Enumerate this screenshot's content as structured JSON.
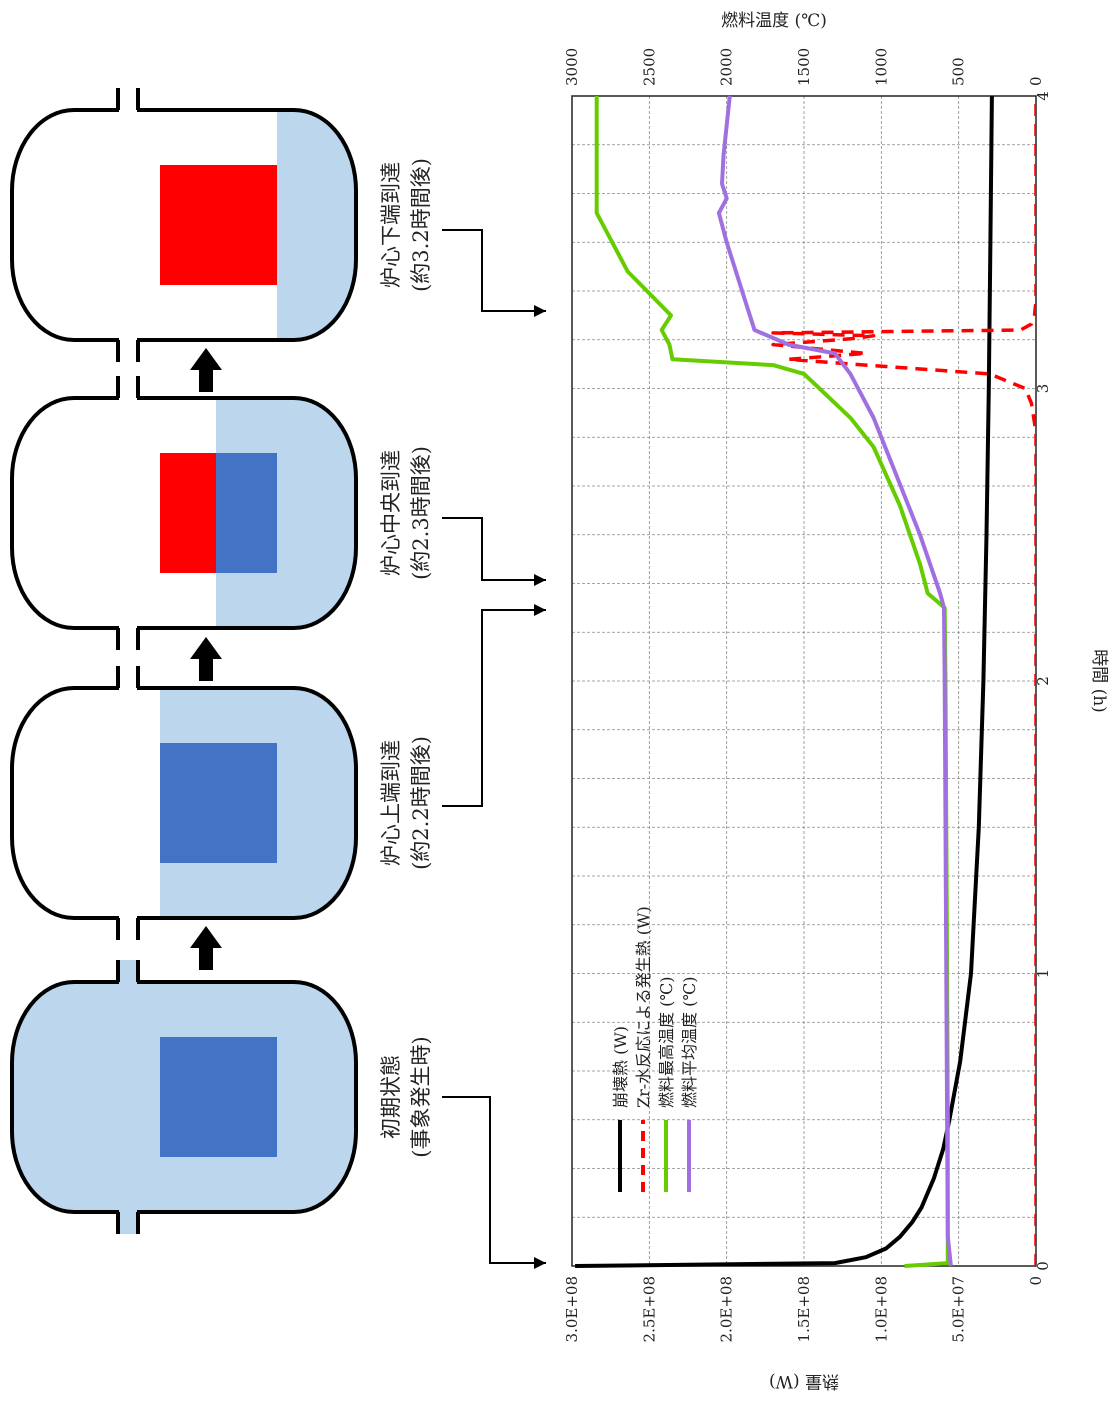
{
  "stages": [
    {
      "line1": "初期状態",
      "line2": "(事象発生時)",
      "water_level": "full",
      "top": "none"
    },
    {
      "line1": "炉心上端到達",
      "line2": "(約2.2時間後)",
      "water_level": "core_top",
      "top": "none"
    },
    {
      "line1": "炉心中央到達",
      "line2": "(約2.3時間後)",
      "water_level": "core_mid",
      "top": "half"
    },
    {
      "line1": "炉心下端到達",
      "line2": "(約3.2時間後)",
      "water_level": "core_bottom",
      "top": "full"
    }
  ],
  "colors": {
    "water": "#bcd6ee",
    "core": "#4472c4",
    "hot": "#ff0000",
    "decay": "#000000",
    "zr": "#ff0000",
    "max_temp": "#66cc00",
    "avg_temp": "#a070e0"
  },
  "chart_data": {
    "type": "line",
    "orientation": "rotated-90-clockwise",
    "xlabel": "時間 (h)",
    "xlim": [
      0,
      4
    ],
    "x_ticks": [
      "0",
      "1",
      "2",
      "3",
      "4"
    ],
    "ylabel_left": "熱量 (W)",
    "ylim_left": [
      0,
      300000000
    ],
    "y_ticks_left": [
      "0",
      "5.0E+07",
      "1.0E+08",
      "1.5E+08",
      "2.0E+08",
      "2.5E+08",
      "3.0E+08"
    ],
    "ylabel_right": "燃料温度 (℃)",
    "ylim_right": [
      0,
      3000
    ],
    "y_ticks_right": [
      "0",
      "500",
      "1000",
      "1500",
      "2000",
      "2500",
      "3000"
    ],
    "grid": true,
    "legend_placement": "top-left",
    "series": [
      {
        "name": "崩壊熱 (W)",
        "axis": "left",
        "style": "solid",
        "color_key": "decay",
        "x": [
          0,
          0.01,
          0.03,
          0.06,
          0.1,
          0.15,
          0.2,
          0.3,
          0.4,
          0.5,
          0.7,
          1.0,
          1.5,
          2.0,
          2.5,
          3.0,
          3.5,
          4.0
        ],
        "y": [
          298000000,
          130000000,
          110000000,
          97000000,
          88000000,
          80000000,
          74000000,
          66000000,
          60000000,
          56000000,
          49000000,
          42000000,
          37000000,
          34000000,
          32000000,
          30500000,
          29500000,
          28500000
        ]
      },
      {
        "name": "Zr-水反応による発生熱 (W)",
        "axis": "left",
        "style": "dashed",
        "color_key": "zr",
        "x": [
          0,
          2.85,
          2.95,
          3.0,
          3.05,
          3.08,
          3.1,
          3.12,
          3.15,
          3.17,
          3.18,
          3.19,
          3.2,
          3.22,
          3.25,
          3.3,
          4.0
        ],
        "y": [
          0,
          0,
          3000000,
          7000000,
          30000000,
          110000000,
          160000000,
          110000000,
          170000000,
          120000000,
          105000000,
          170000000,
          10000000,
          3000000,
          1000000,
          0,
          0
        ]
      },
      {
        "name": "燃料最高温度 (℃)",
        "axis": "right",
        "style": "solid",
        "color_key": "max_temp",
        "x": [
          0,
          0.01,
          0.1,
          0.5,
          1.0,
          1.5,
          2.0,
          2.25,
          2.3,
          2.4,
          2.6,
          2.8,
          2.9,
          3.0,
          3.05,
          3.08,
          3.1,
          3.15,
          3.2,
          3.25,
          3.4,
          3.6,
          4.0
        ],
        "y": [
          850,
          570,
          570,
          570,
          575,
          580,
          585,
          590,
          700,
          750,
          880,
          1050,
          1200,
          1400,
          1500,
          1700,
          2350,
          2370,
          2420,
          2360,
          2640,
          2840,
          2840
        ]
      },
      {
        "name": "燃料平均温度 (℃)",
        "axis": "right",
        "style": "solid",
        "color_key": "avg_temp",
        "x": [
          0,
          0.1,
          0.5,
          1.0,
          1.5,
          2.0,
          2.25,
          2.3,
          2.5,
          2.7,
          2.9,
          3.05,
          3.12,
          3.15,
          3.2,
          3.3,
          3.5,
          3.6,
          3.65,
          3.7,
          3.8,
          4.0
        ],
        "y": [
          550,
          570,
          575,
          580,
          585,
          590,
          595,
          620,
          750,
          900,
          1050,
          1200,
          1300,
          1600,
          1820,
          1880,
          2000,
          2050,
          2000,
          2030,
          2020,
          1980
        ]
      }
    ]
  }
}
